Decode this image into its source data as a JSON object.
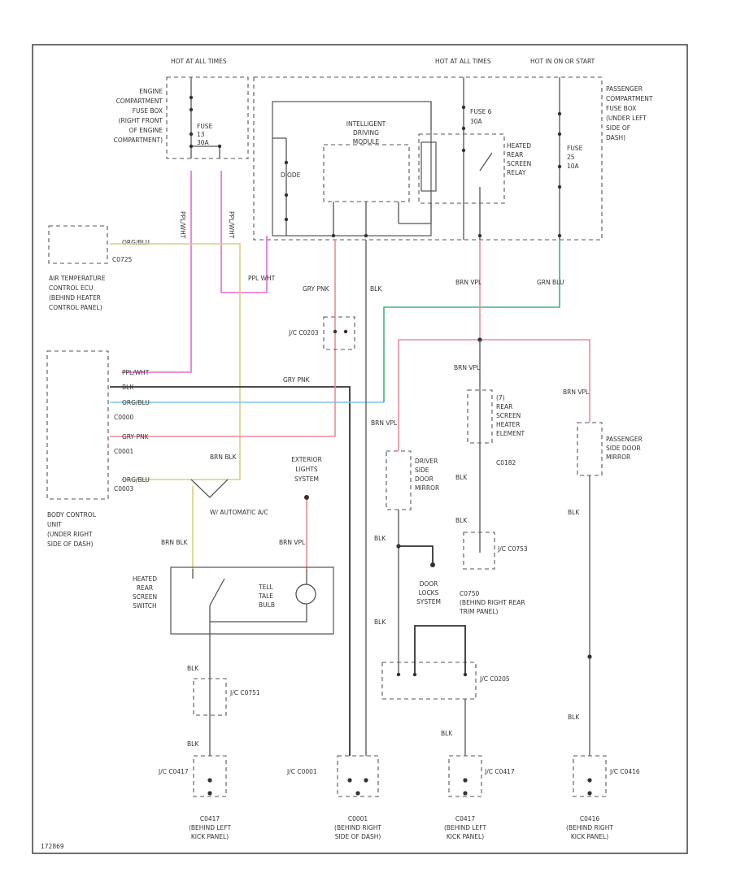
{
  "colors": {
    "violet_wire": "#e66ad6",
    "pink_wire": "#ee8b98",
    "yellow_wire": "#d8cf80",
    "green_wire": "#3fb47a",
    "blue_wire": "#7ec6e6",
    "black_wire": "#333333",
    "frame": "#333333"
  },
  "labels": {
    "hot_at_all_times_left": "HOT AT ALL TIMES",
    "hot_at_all_times_mid": "HOT AT ALL TIMES",
    "hot_in_on": "HOT IN ON OR START",
    "engine_fuse_box": [
      "ENGINE",
      "COMPARTMENT",
      "FUSE BOX",
      "(RIGHT FRONT",
      "OF ENGINE",
      "COMPARTMENT)"
    ],
    "fuse_13": [
      "FUSE",
      "13",
      "30A"
    ],
    "intelligent_module": [
      "INTELLIGENT",
      "DRIVING",
      "MODULE"
    ],
    "diode": "DIODE",
    "fuse_6": [
      "FUSE 6",
      "30A"
    ],
    "heated_rear_screen_relay": [
      "HEATED",
      "REAR",
      "SCREEN",
      "RELAY"
    ],
    "passenger_fuse_box": [
      "PASSENGER",
      "COMPARTMENT",
      "FUSE BOX",
      "(UNDER LEFT",
      "SIDE OF",
      "DASH)"
    ],
    "fuse_25": [
      "FUSE",
      "25",
      "10A"
    ],
    "air_temp_ecu": [
      "AIR TEMPERATURE",
      "CONTROL ECU",
      "(BEHIND HEATER",
      "CONTROL PANEL)"
    ],
    "c0725": "C0725",
    "jc_c0203": "J/C C0203",
    "bcu": [
      "BODY CONTROL",
      "UNIT",
      "(UNDER RIGHT",
      "SIDE OF DASH)"
    ],
    "c0000": "C0000",
    "c0001": "C0001",
    "c0003": "C0003",
    "heated_rear_screen_element": [
      "(7)",
      "REAR",
      "SCREEN",
      "HEATER",
      "ELEMENT"
    ],
    "c0182": "C0182",
    "passenger_mirror": [
      "PASSENGER",
      "SIDE DOOR",
      "MIRROR"
    ],
    "driver_mirror": [
      "DRIVER",
      "SIDE",
      "DOOR",
      "MIRROR"
    ],
    "exterior_lights": [
      "EXTERIOR",
      "LIGHTS",
      "SYSTEM"
    ],
    "automatic_ac": "W/ AUTOMATIC A/C",
    "heated_rear_screen_switch": [
      "HEATED",
      "REAR",
      "SCREEN",
      "SWITCH"
    ],
    "tell_tale_bulb": [
      "TELL",
      "TALE",
      "BULB"
    ],
    "jc_c0753": "J/C C0753",
    "door_locks": [
      "DOOR",
      "LOCKS",
      "SYSTEM"
    ],
    "c0750_right_rear": [
      "C0750",
      "(BEHIND RIGHT REAR",
      "TRIM PANEL)"
    ],
    "jc_c0205": "J/C C0205",
    "jc_c0751_left": "J/C C0751",
    "jc_c0417_left": "J/C C0417",
    "jc_c0001_mid": "J/C C0001",
    "jc_c0417_right": "J/C C0417",
    "jc_c0416": "J/C C0416",
    "ground_left": [
      "C0417",
      "(BEHIND LEFT",
      "KICK PANEL)"
    ],
    "ground_mid": [
      "C0001",
      "(BEHIND RIGHT",
      "SIDE OF DASH)"
    ],
    "ground_right": [
      "C0417",
      "(BEHIND LEFT",
      "KICK PANEL)"
    ],
    "ground_far": [
      "C0416",
      "(BEHIND RIGHT",
      "KICK PANEL)"
    ],
    "figure_code": "172869"
  },
  "wire_labels": {
    "purple": "PPL/WHT",
    "org_blu": "ORG/BLU",
    "ppl_wht2": "PPL WHT",
    "grn_blu": "GRN BLU",
    "brn_vpl": "BRN VPL",
    "gry_pnk": "GRY PNK",
    "blk": "BLK",
    "brn_blk": "BRN BLK",
    "brn_vpl2": "BRN VPL"
  }
}
